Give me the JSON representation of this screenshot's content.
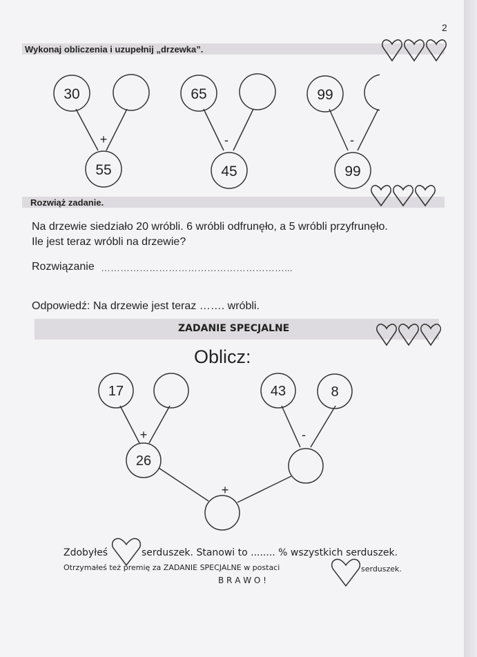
{
  "page_number": "2",
  "task1": {
    "title": "Wykonaj obliczenia i uzupełnij „drzewka”.",
    "trees": [
      {
        "left": "30",
        "right": "",
        "op": "+",
        "result": "55"
      },
      {
        "left": "65",
        "right": "",
        "op": "-",
        "result": "45"
      },
      {
        "left": "99",
        "right": "",
        "op": "-",
        "result": "99"
      }
    ]
  },
  "task2": {
    "title": "Rozwiąż zadanie.",
    "line1": "Na drzewie siedziało 20 wróbli. 6 wróbli odfrunęło, a 5 wróbli przyfrunęło.",
    "line2": "Ile jest teraz wróbli na drzewie?",
    "solution_label": "Rozwiązanie",
    "solution_dots": "…………………………………………………...",
    "answer": "Odpowiedź: Na drzewie jest teraz ……. wróbli."
  },
  "special": {
    "title": "ZADANIE SPECJALNE",
    "heading": "Oblicz:",
    "left_tree": {
      "a": "17",
      "b": "",
      "op": "+",
      "result": "26"
    },
    "right_tree": {
      "a": "43",
      "b": "8",
      "op": "-",
      "result": ""
    },
    "bottom_op": "+",
    "bottom_result": ""
  },
  "footer": {
    "line1_a": "Zdobyłeś",
    "line1_b": "serduszek. Stanowi to ........ % wszystkich serduszek.",
    "line2_a": "Otrzymałeś też premię za ZADANIE SPECJALNE w postaci",
    "line2_b": "serduszek.",
    "bravo": "B R A W O !"
  },
  "icons": {
    "hearts": "heart-icon"
  }
}
